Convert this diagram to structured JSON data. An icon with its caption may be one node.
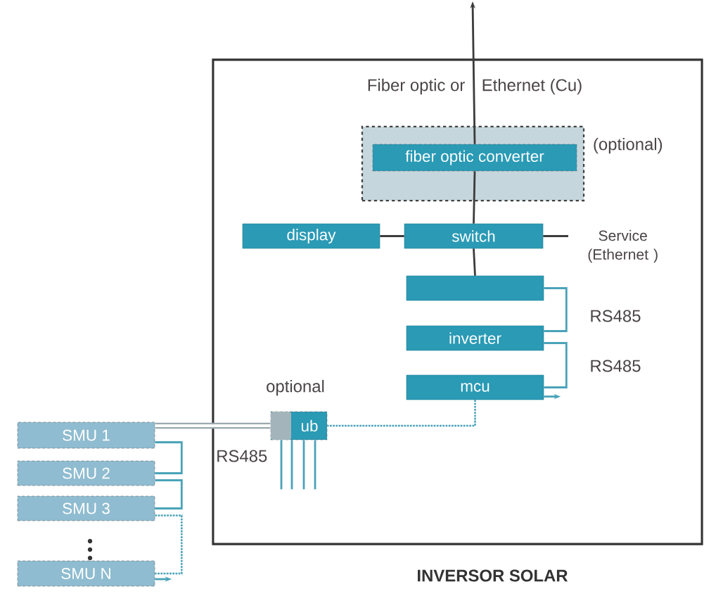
{
  "diagram": {
    "nodes": [
      {
        "text": [
          "INVERSOR SOLAR"
        ]
      },
      {
        "text": [
          "(optional)"
        ],
        "in": 0
      },
      {
        "text": [
          "fiber optic converter"
        ],
        "in": 1
      },
      {
        "text": [
          "display"
        ],
        "in": 0
      },
      {
        "text": [
          "switch"
        ],
        "in": 0
      },
      {
        "text": [],
        "shape": "box",
        "in": 0
      },
      {
        "text": [
          "inverter"
        ],
        "in": 0
      },
      {
        "text": [
          "mcu"
        ],
        "in": 0
      },
      {
        "text": [
          "ub"
        ],
        "in": 0,
        "beside": [
          "optional"
        ]
      },
      {
        "text": [
          "Service (Ethernet )"
        ],
        "in": 0
      },
      {
        "text": [
          "SMU 1"
        ]
      },
      {
        "text": [
          "SMU 2"
        ]
      },
      {
        "text": [
          "SMU 3"
        ]
      },
      {
        "text": [
          "SMU N"
        ]
      }
    ],
    "edges": [
      {
        "from": 4,
        "to": 2,
        "arrow": "none",
        "color": "#3c3c3c"
      },
      {
        "from": 2,
        "to": null,
        "arrow": "to",
        "color": "#3c3c3c"
      },
      {
        "from": 3,
        "to": 4,
        "arrow": "none",
        "color": "#3c3c3c"
      },
      {
        "from": 4,
        "to": 9,
        "arrow": "none",
        "color": "#3c3c3c"
      },
      {
        "from": 4,
        "to": 5,
        "arrow": "none",
        "color": "#3c3c3c"
      },
      {
        "from": 5,
        "to": 6,
        "arrow": "none",
        "label": "RS485"
      },
      {
        "from": 6,
        "to": 7,
        "arrow": "none",
        "label": "RS485"
      },
      {
        "from": 7,
        "to": null,
        "arrow": "to"
      },
      {
        "from": 7,
        "to": 8,
        "arrow": "none",
        "style": "dashed"
      },
      {
        "from": 10,
        "to": 8,
        "arrow": "none",
        "style": "thick",
        "color": "#9aa9ae"
      },
      {
        "from": 10,
        "to": 11,
        "arrow": "none"
      },
      {
        "from": 11,
        "to": 12,
        "arrow": "none"
      },
      {
        "from": 12,
        "to": 13,
        "arrow": "none",
        "style": "dashed"
      },
      {
        "from": 13,
        "to": null,
        "arrow": "to"
      },
      {
        "from": 8,
        "to": null,
        "arrow": "none"
      },
      {
        "from": 8,
        "to": null,
        "arrow": "none"
      },
      {
        "from": 8,
        "to": null,
        "arrow": "none"
      },
      {
        "from": 8,
        "to": null,
        "arrow": "none"
      }
    ],
    "labels": [
      "Fiber optic or",
      "Ethernet (Cu)",
      "RS485"
    ]
  }
}
